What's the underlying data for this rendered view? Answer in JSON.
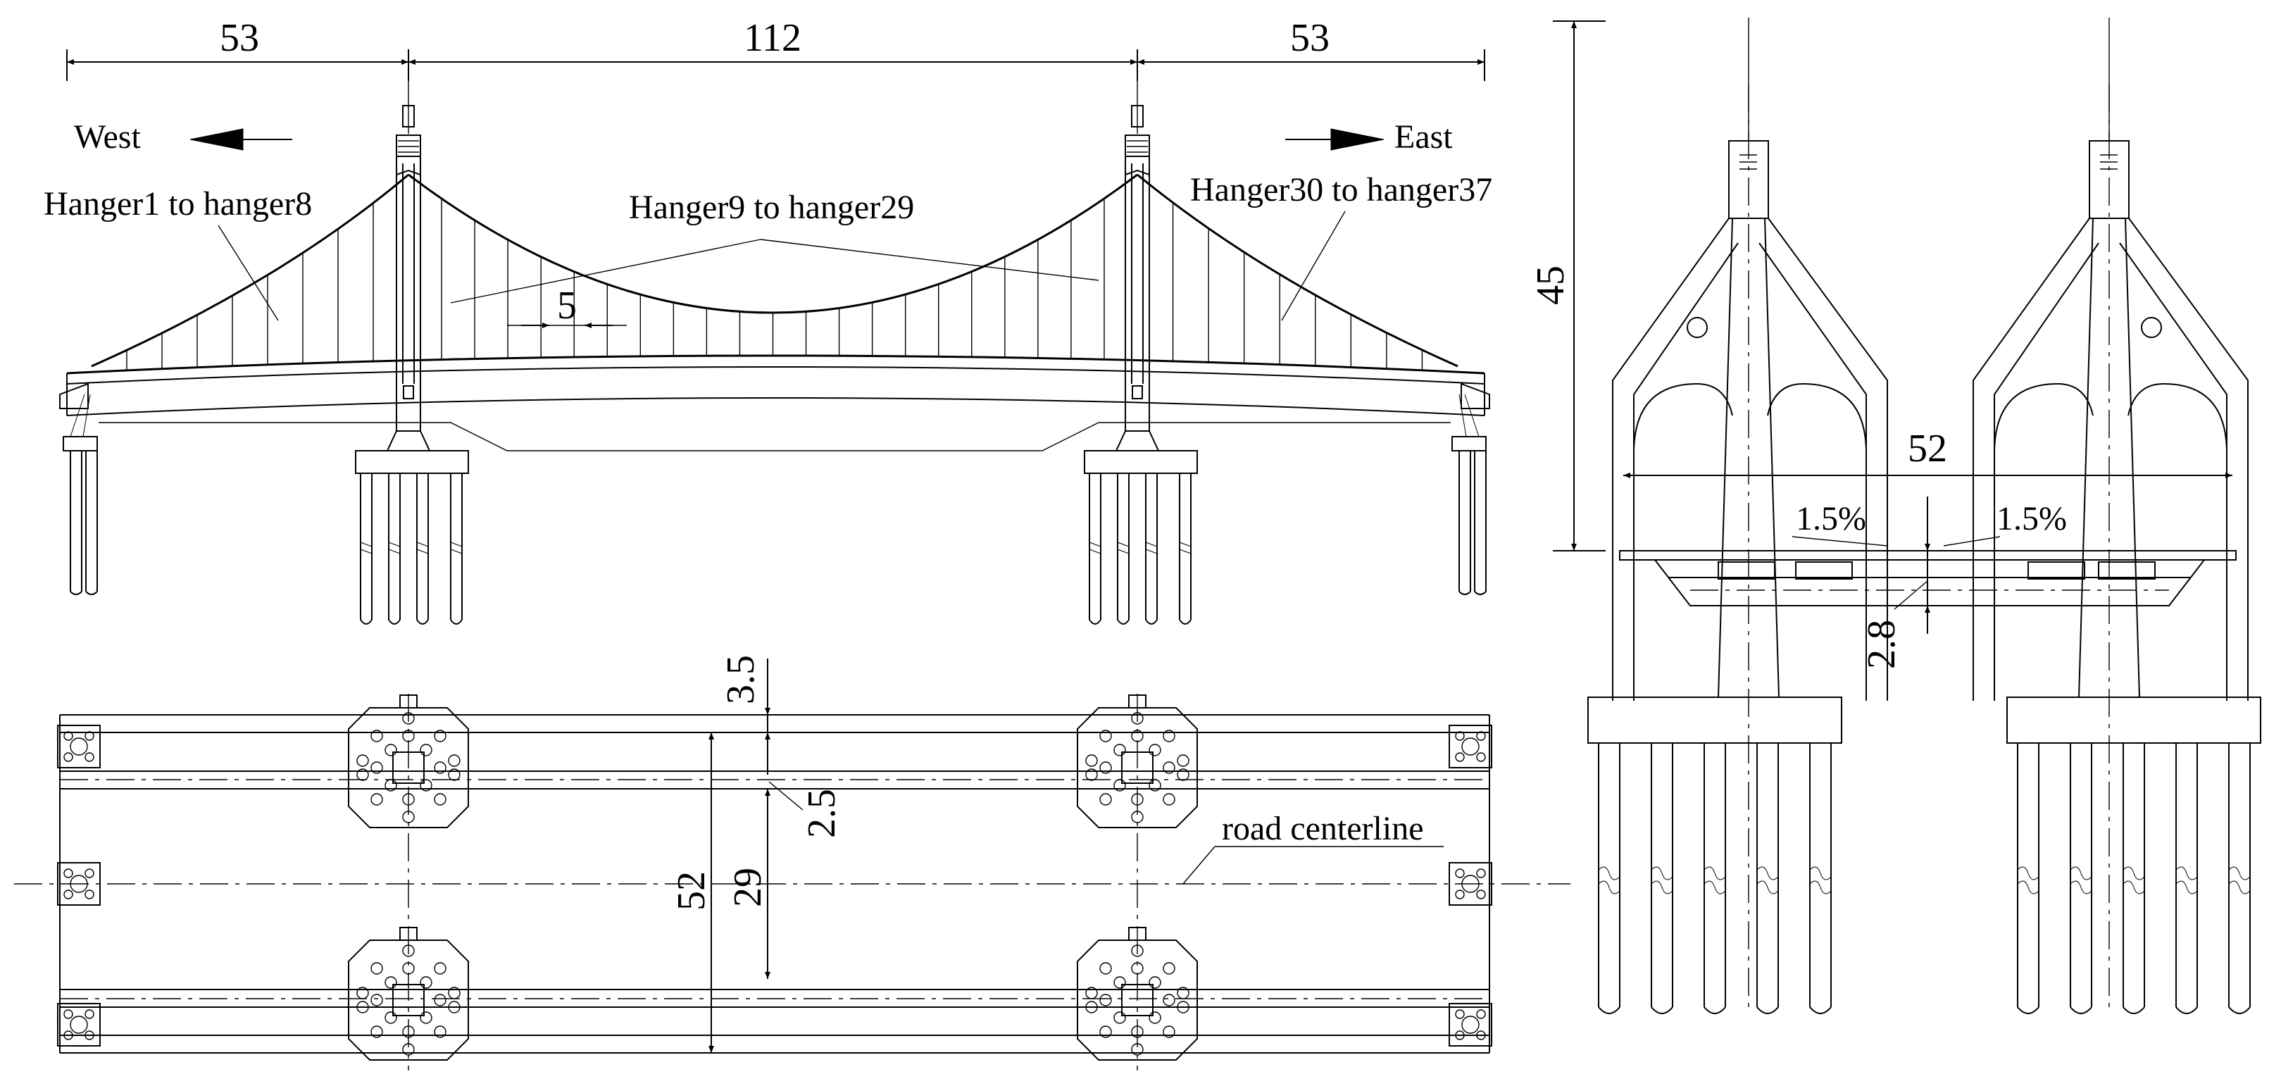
{
  "elevation": {
    "spans": [
      "53",
      "112",
      "53"
    ],
    "west": "West",
    "east": "East",
    "hanger_groups": [
      "Hanger1 to hanger8",
      "Hanger9 to hanger29",
      "Hanger30 to hanger37"
    ],
    "hanger_spacing": "5"
  },
  "cross_section": {
    "tower_height": "45",
    "width": "52",
    "slope_left": "1.5%",
    "slope_right": "1.5%",
    "deck_depth": "2.8"
  },
  "plan": {
    "dim_top": "3.5",
    "dim_offset": "2.5",
    "total_width": "52",
    "inner_width": "29",
    "centerline": "road centerline"
  }
}
